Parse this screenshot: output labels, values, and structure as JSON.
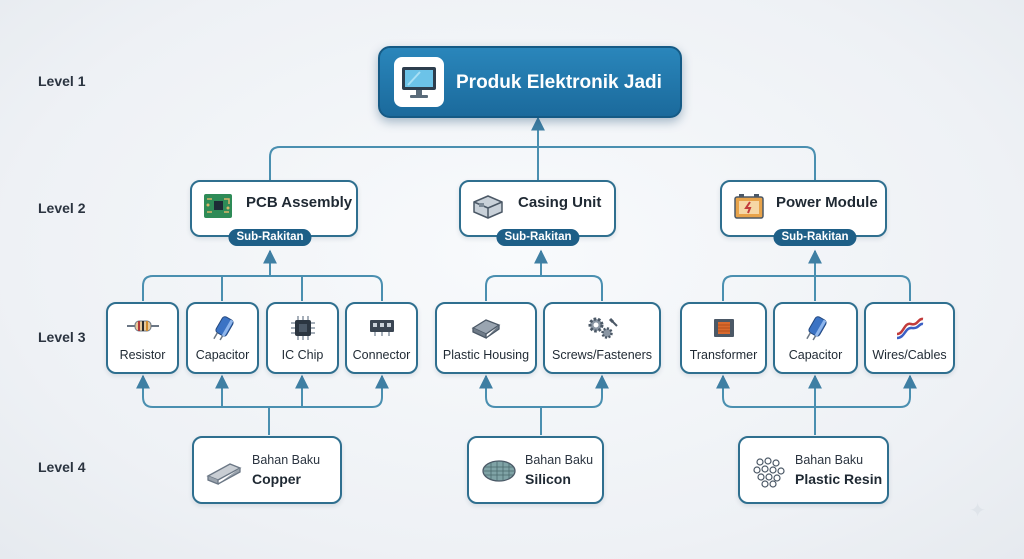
{
  "levels": [
    "Level 1",
    "Level 2",
    "Level 3",
    "Level 4"
  ],
  "root": {
    "title": "Produk Elektronik Jadi",
    "icon": "monitor-icon"
  },
  "badge": "Sub-Rakitan",
  "subassemblies": [
    {
      "title": "PCB Assembly",
      "icon": "pcb-icon"
    },
    {
      "title": "Casing Unit",
      "icon": "casing-icon"
    },
    {
      "title": "Power Module",
      "icon": "battery-icon"
    }
  ],
  "components": [
    {
      "label": "Resistor",
      "icon": "resistor-icon"
    },
    {
      "label": "Capacitor",
      "icon": "capacitor-icon"
    },
    {
      "label": "IC Chip",
      "icon": "ic-chip-icon"
    },
    {
      "label": "Connector",
      "icon": "connector-icon"
    },
    {
      "label": "Plastic Housing",
      "icon": "plastic-block-icon"
    },
    {
      "label": "Screws/Fasteners",
      "icon": "gears-screws-icon"
    },
    {
      "label": "Transformer",
      "icon": "transformer-icon"
    },
    {
      "label": "Capacitor",
      "icon": "capacitor-icon"
    },
    {
      "label": "Wires/Cables",
      "icon": "wires-icon"
    }
  ],
  "raw_materials": [
    {
      "prefix": "Bahan Baku",
      "name": "Copper",
      "icon": "copper-ingot-icon"
    },
    {
      "prefix": "Bahan Baku",
      "name": "Silicon",
      "icon": "silicon-wafer-icon"
    },
    {
      "prefix": "Bahan Baku",
      "name": "Plastic Resin",
      "icon": "resin-pellets-icon"
    }
  ],
  "colors": {
    "connector": "#4a8fb0",
    "root": "#1f77ad",
    "border": "#2f6f8f",
    "badge": "#1e5f87"
  }
}
